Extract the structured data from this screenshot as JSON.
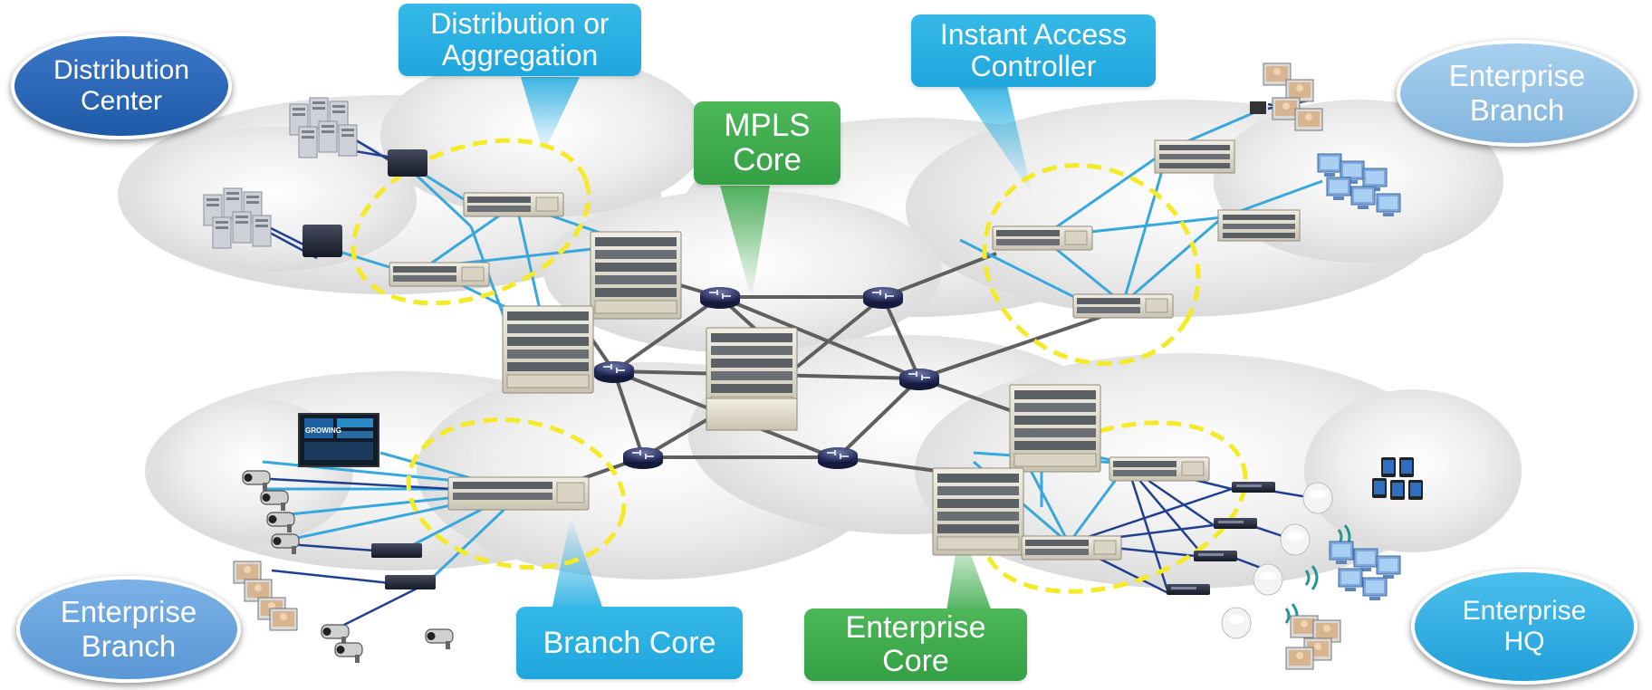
{
  "regions": {
    "distribution_center": "Distribution\nCenter",
    "enterprise_branch_top": "Enterprise\nBranch",
    "enterprise_branch_bottom": "Enterprise\nBranch",
    "enterprise_hq": "Enterprise\nHQ"
  },
  "callouts": {
    "distribution": "Distribution or\nAggregation",
    "mpls": "MPLS\nCore",
    "instant_access": "Instant Access\nController",
    "branch_core": "Branch Core",
    "enterprise_core": "Enterprise\nCore"
  },
  "screen": {
    "title": "GROWING"
  },
  "colors": {
    "oval_dark": "#2a67b4",
    "oval_light": "#8fbfe3",
    "oval_mid": "#6aa6e0",
    "oval_cyan": "#33aee2",
    "callout_blue": "#29b0e3",
    "callout_green": "#3fac4e",
    "link_backbone": "#5a5a5a",
    "link_access": "#36a8dc",
    "link_endpoint": "#1f3f8f",
    "group_ring": "#f4ea27"
  }
}
